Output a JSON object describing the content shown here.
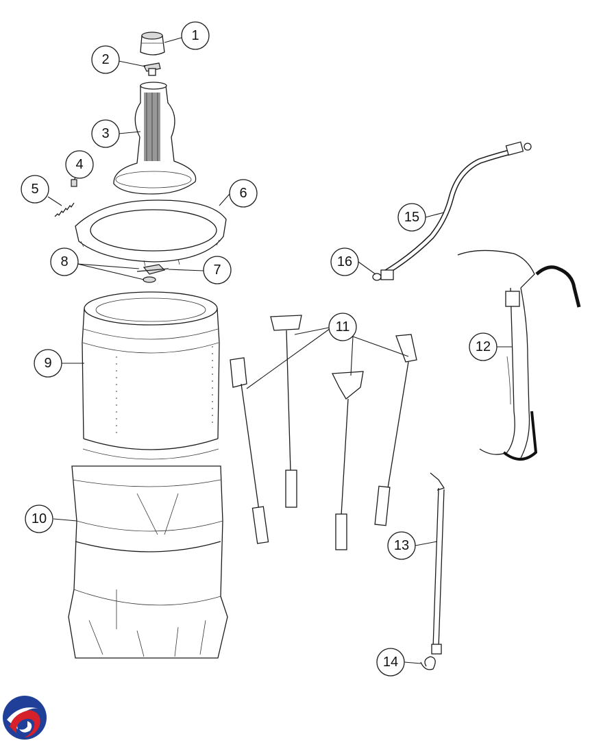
{
  "callouts": [
    {
      "id": "1",
      "label": "1"
    },
    {
      "id": "2",
      "label": "2"
    },
    {
      "id": "3",
      "label": "3"
    },
    {
      "id": "4",
      "label": "4"
    },
    {
      "id": "5",
      "label": "5"
    },
    {
      "id": "6",
      "label": "6"
    },
    {
      "id": "7",
      "label": "7"
    },
    {
      "id": "8",
      "label": "8"
    },
    {
      "id": "9",
      "label": "9"
    },
    {
      "id": "10",
      "label": "10"
    },
    {
      "id": "11",
      "label": "11"
    },
    {
      "id": "12",
      "label": "12"
    },
    {
      "id": "13",
      "label": "13"
    },
    {
      "id": "14",
      "label": "14"
    },
    {
      "id": "15",
      "label": "15"
    },
    {
      "id": "16",
      "label": "16"
    }
  ],
  "logo": {
    "name": "brand-logo",
    "colors": [
      "#1f3f99",
      "#d6202a"
    ]
  }
}
